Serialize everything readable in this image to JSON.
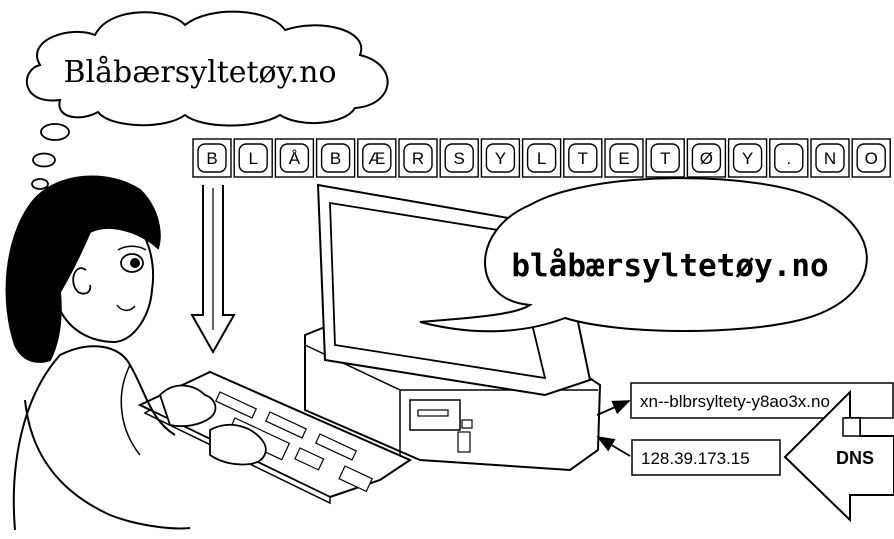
{
  "thought": {
    "text": "Blåbærsyltetøy.no"
  },
  "keys": [
    "B",
    "L",
    "Å",
    "B",
    "Æ",
    "R",
    "S",
    "Y",
    "L",
    "T",
    "E",
    "T",
    "Ø",
    "Y",
    ".",
    "N",
    "O"
  ],
  "speech": {
    "text": "blåbærsyltetøy.no"
  },
  "punycode": {
    "text": "xn--blbrsyltety-y8ao3x.no"
  },
  "ip": {
    "text": "128.39.173.15"
  },
  "dns": {
    "label": "DNS"
  }
}
